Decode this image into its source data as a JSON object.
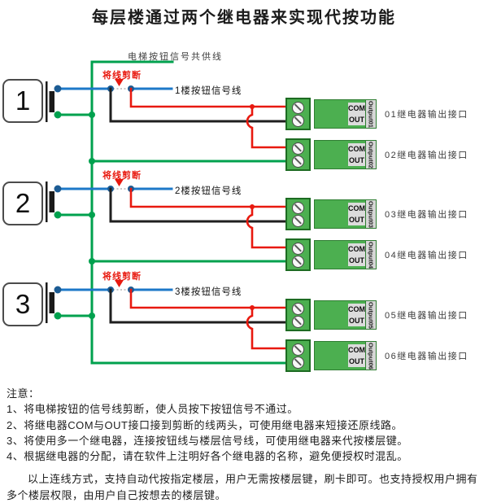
{
  "title": "每层楼通过两个继电器来实现代按功能",
  "common_line_label": "电梯按钮信号共供线",
  "cut_label": "将线剪断",
  "floors": [
    {
      "button": "1",
      "signal_label": "1楼按钮信号线"
    },
    {
      "button": "2",
      "signal_label": "2楼按钮信号线"
    },
    {
      "button": "3",
      "signal_label": "3楼按钮信号线"
    }
  ],
  "relays": [
    {
      "com": "COM",
      "out": "OUT",
      "id": "Output01",
      "label": "01继电器输出接口"
    },
    {
      "com": "COM",
      "out": "OUT",
      "id": "Output02",
      "label": "02继电器输出接口"
    },
    {
      "com": "COM",
      "out": "OUT",
      "id": "Output03",
      "label": "03继电器输出接口"
    },
    {
      "com": "COM",
      "out": "OUT",
      "id": "Output04",
      "label": "04继电器输出接口"
    },
    {
      "com": "COM",
      "out": "OUT",
      "id": "Output05",
      "label": "05继电器输出接口"
    },
    {
      "com": "COM",
      "out": "OUT",
      "id": "Output06",
      "label": "06继电器输出接口"
    }
  ],
  "notes": {
    "heading": "注意：",
    "items": [
      "1、将电梯按钮的信号线剪断，使人员按下按钮信号不通过。",
      "2、将继电器COM与OUT接口接到剪断的线两头，可使用继电器来短接还原线路。",
      "3、将使用多一个继电器，连接按钮线与楼层信号线，可使用继电器来代按楼层键。",
      "4、根据继电器的分配，请在软件上注明好各个继电器的名称，避免便授权时混乱。"
    ],
    "footer": "以上连线方式，支持自动代按指定楼层，用户无需按楼层键，刷卡即可。也支持授权用户拥有多个楼层权限，由用户自己按想去的楼层键。"
  },
  "colors": {
    "signal_blue": "#1d78c8",
    "common_green": "#00a14e",
    "cut_red": "#e8190f",
    "wire_black": "#1f1f1f",
    "relay_green": "#4caf50"
  }
}
